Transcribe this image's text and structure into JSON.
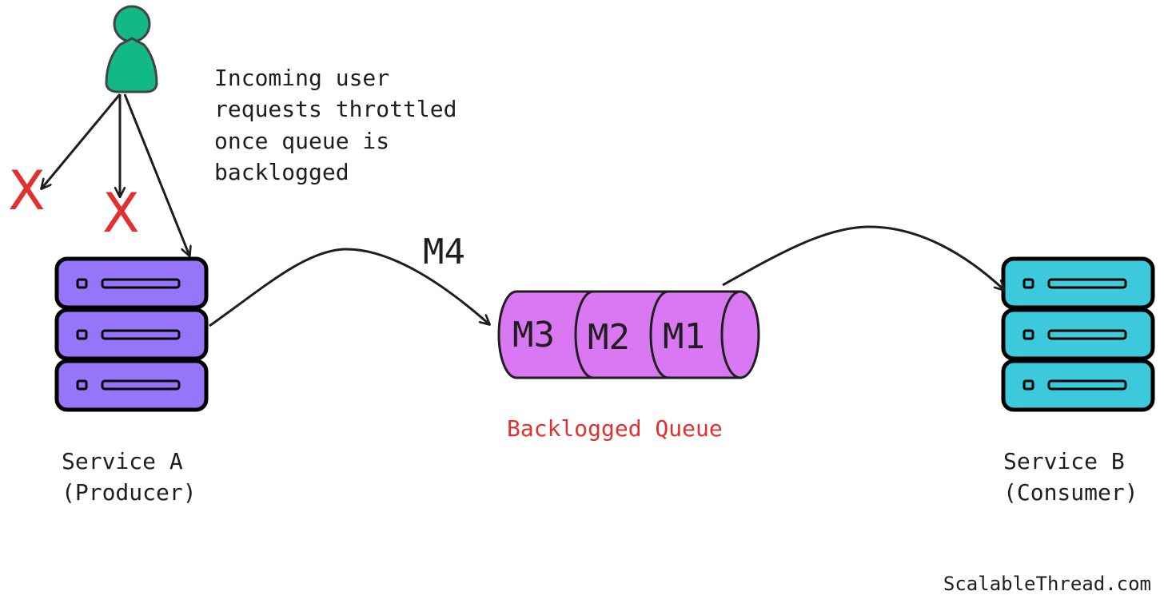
{
  "annotation": {
    "lines": [
      "Incoming user",
      "requests throttled",
      "once queue is",
      "backlogged"
    ]
  },
  "rejected_marks": [
    "X",
    "X"
  ],
  "producer": {
    "name_line1": "Service A",
    "name_line2": "(Producer)",
    "color": "#9775fa"
  },
  "consumer": {
    "name_line1": "Service B",
    "name_line2": "(Consumer)",
    "color": "#3bc9db"
  },
  "incoming_message": "M4",
  "queue": {
    "label": "Backlogged Queue",
    "label_color": "#e03131",
    "color": "#da77f2",
    "messages": [
      "M3",
      "M2",
      "M1"
    ]
  },
  "user": {
    "icon": "user-icon",
    "color": "#12b886"
  },
  "credit": "ScalableThread.com"
}
